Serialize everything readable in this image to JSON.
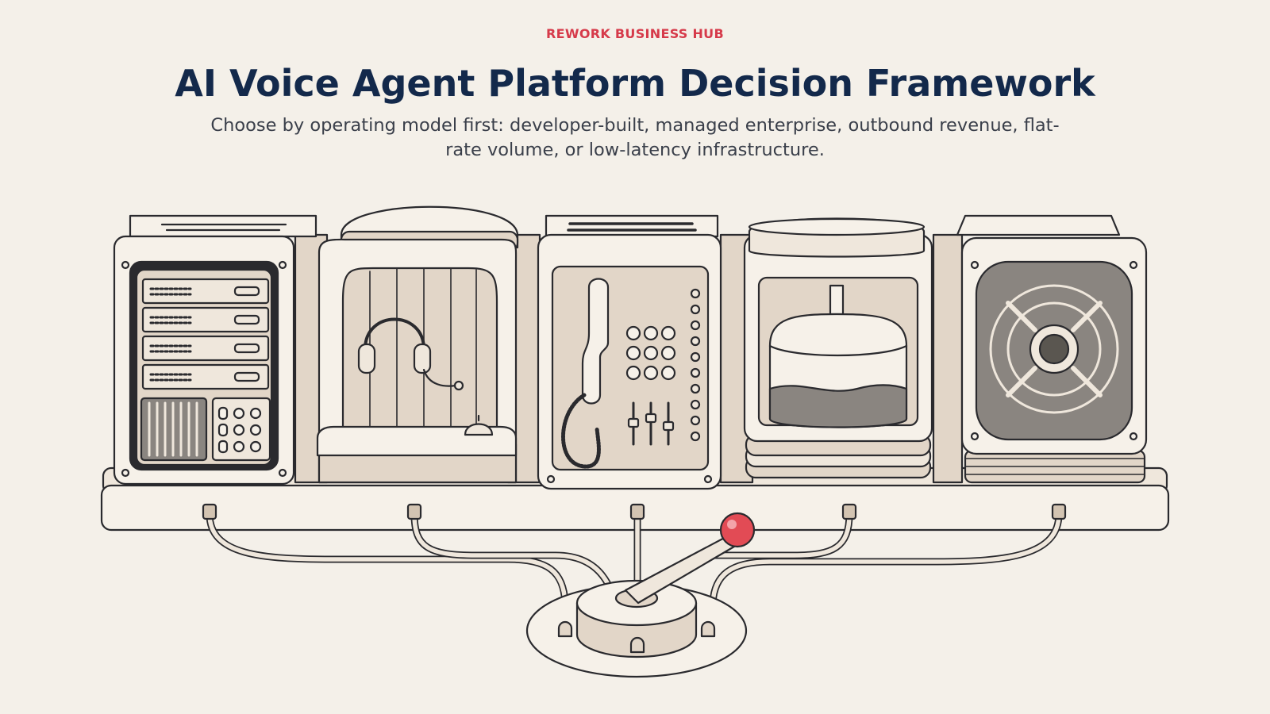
{
  "header": {
    "eyebrow": "REWORK BUSINESS HUB",
    "title": "AI Voice Agent Platform Decision Framework",
    "subtitle": "Choose by operating model first: developer-built, managed enterprise, outbound revenue, flat-rate volume, or low-latency infrastructure."
  },
  "illustration": {
    "modules": [
      {
        "icon": "server-rack-icon",
        "represents": "developer-built"
      },
      {
        "icon": "headset-icon",
        "represents": "managed enterprise"
      },
      {
        "icon": "telephone-icon",
        "represents": "outbound revenue"
      },
      {
        "icon": "tank-icon",
        "represents": "flat-rate volume"
      },
      {
        "icon": "speaker-icon",
        "represents": "low-latency infrastructure"
      }
    ]
  },
  "colors": {
    "background": "#f4f0e9",
    "eyebrow": "#d63a4a",
    "title": "#13294b",
    "subtitle": "#3a3f4a",
    "line": "#2a2a2e",
    "cream": "#f6f1e9",
    "beige": "#e2d6c8",
    "tan": "#d3c4b2",
    "gray": "#8a8580",
    "lever_knob": "#e24b55"
  }
}
